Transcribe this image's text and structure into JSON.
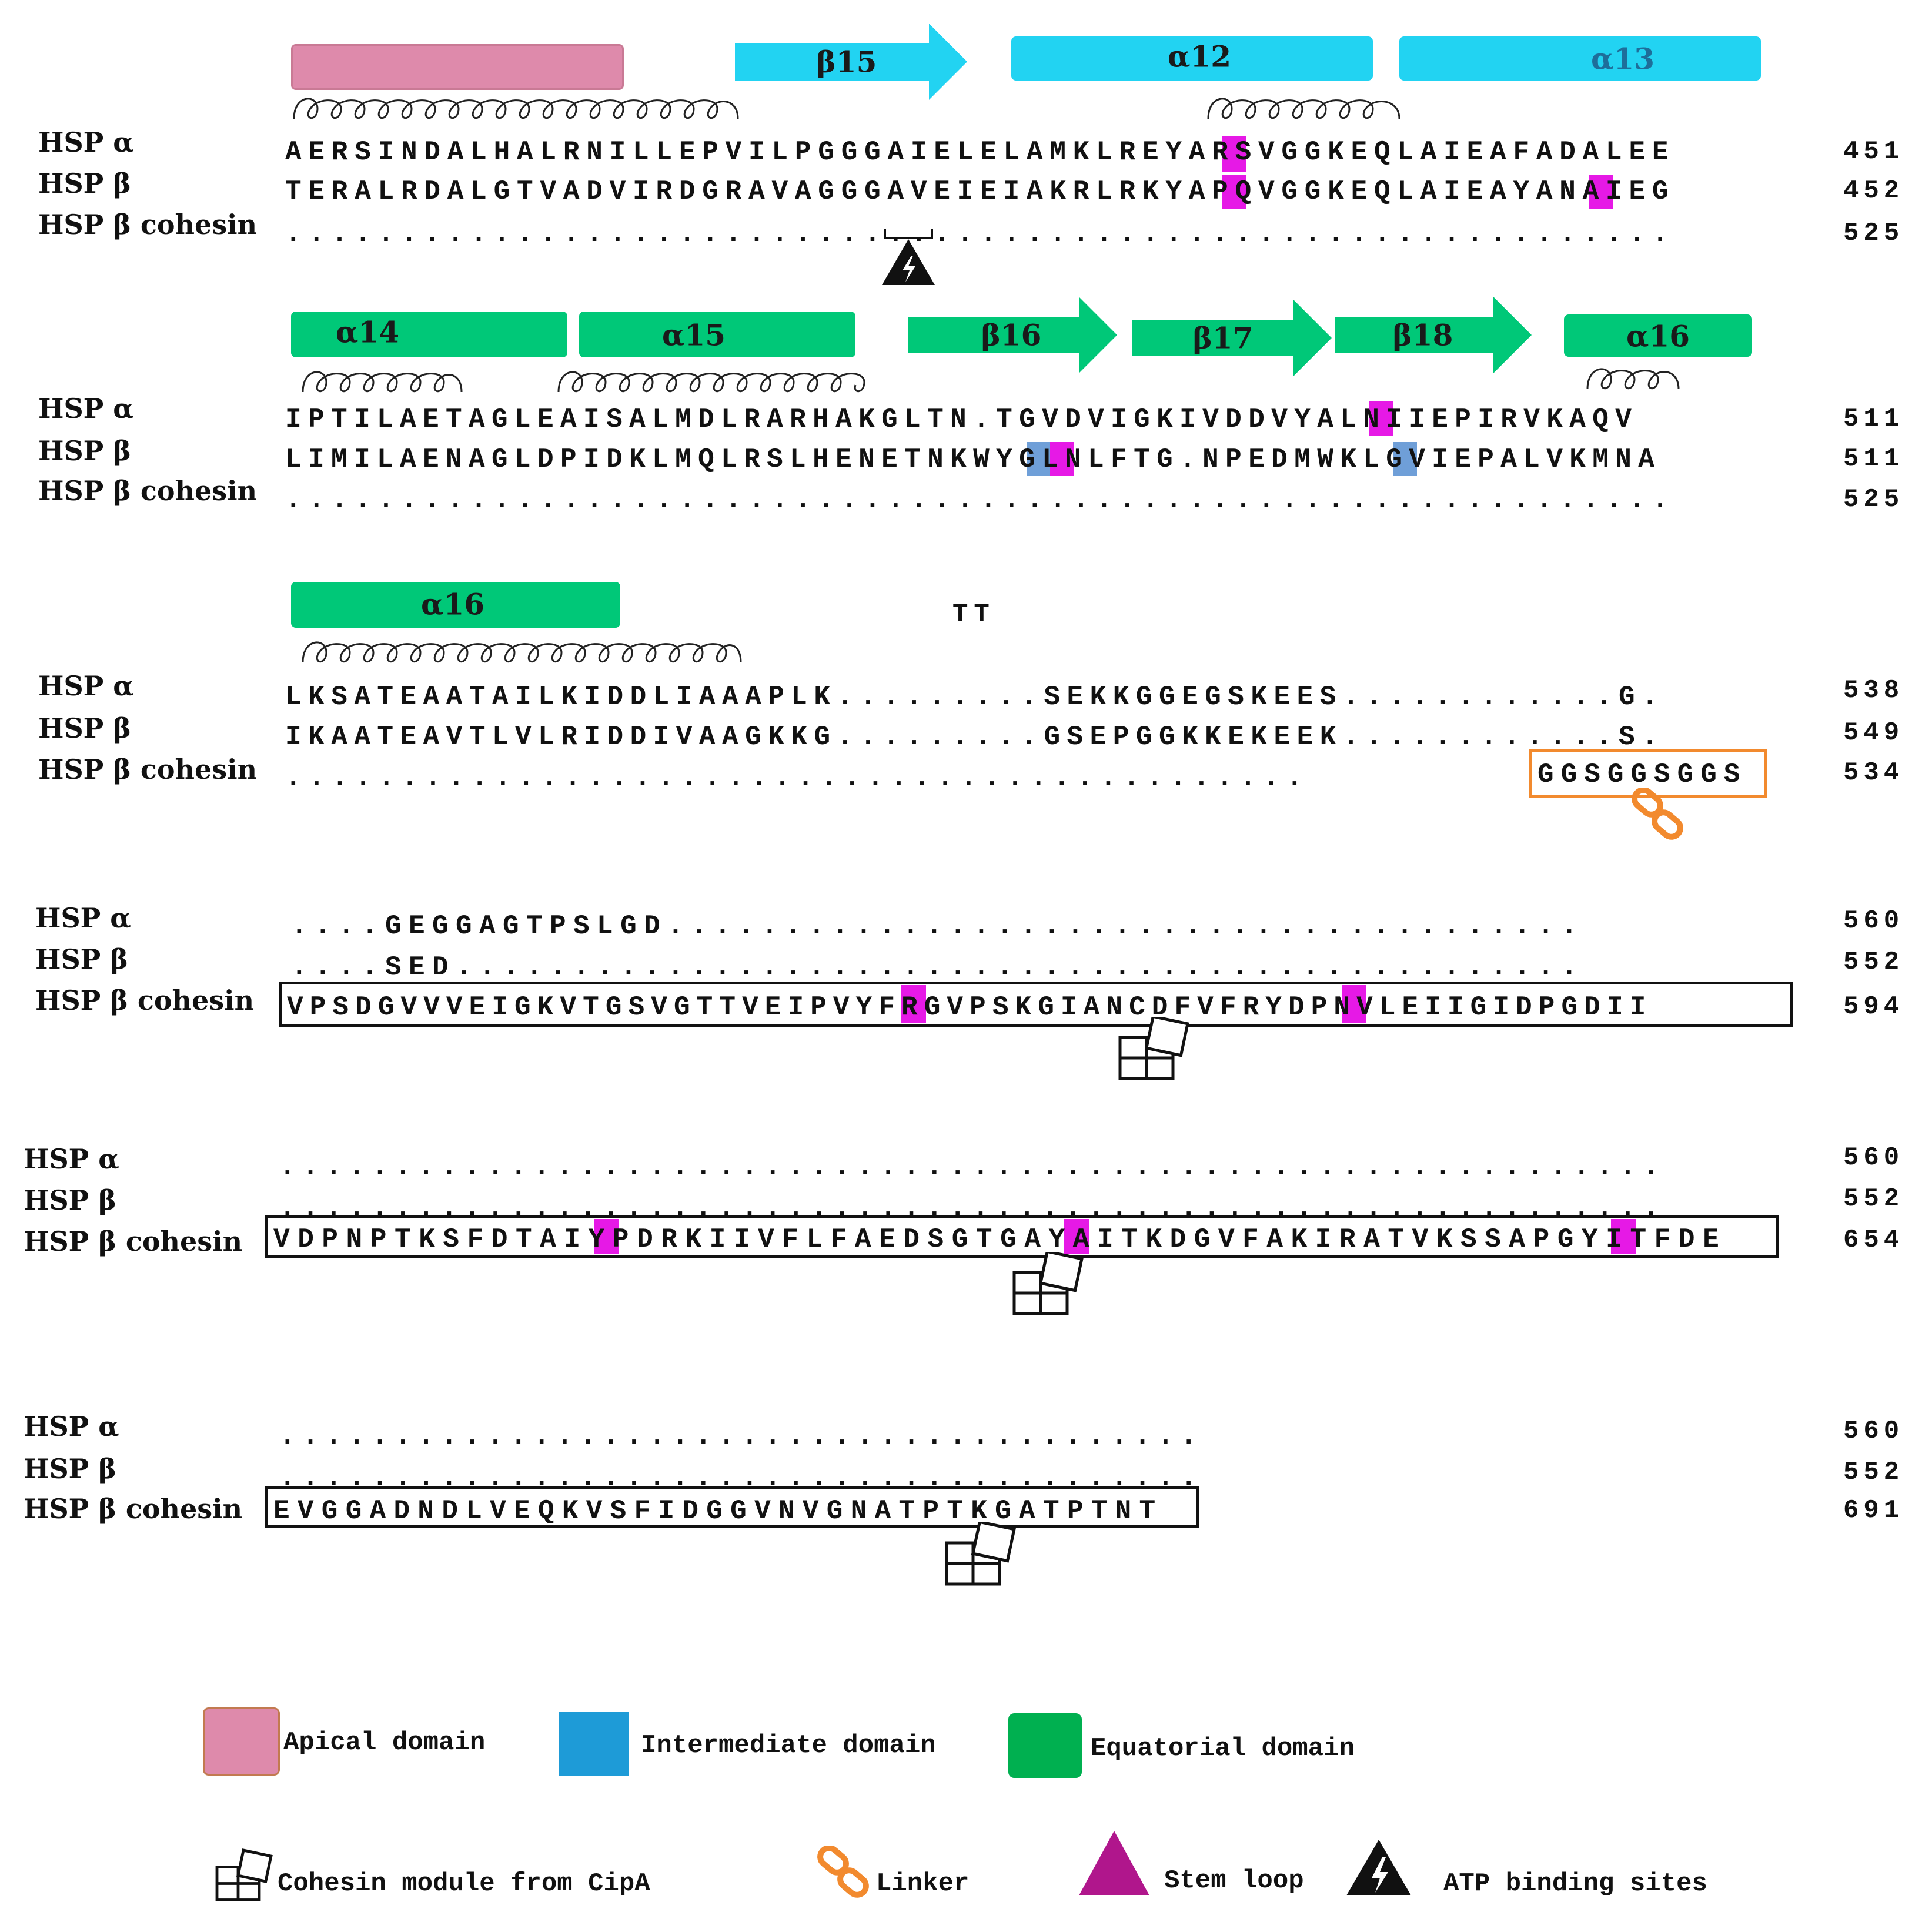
{
  "colors": {
    "apical": "#de8aab",
    "intermediate_bar": "#22d3f2",
    "intermediate_legend": "#1e9bd7",
    "equatorial": "#00c878",
    "equatorial_legend": "#00b050",
    "tyrosine": "#e619e6",
    "tryptophan": "#6f9fd8",
    "linker": "#f28a2e",
    "stem_loop": "#b0168c"
  },
  "labels": {
    "alpha": "HSP α",
    "beta": "HSP β",
    "cohesin": "HSP β cohesin"
  },
  "blocks": [
    {
      "bars": [
        "β15",
        "α12",
        "α13"
      ],
      "rows": [
        {
          "seq": "AERSINDALHALRNILLEPVILPGGGAIELELAMKLREYARSVGGKEQLAIEAFADALEE",
          "num": "451"
        },
        {
          "seq": "TERALRDALGTVADVIRDGRAVAGGGAVEIEIAKRLRKYAPQVGGKEQLAIEAYANAIEG",
          "num": "452"
        },
        {
          "seq": "............................................................",
          "num": "525"
        }
      ]
    },
    {
      "bars": [
        "α14",
        "α15",
        "β16",
        "β17",
        "β18",
        "α16"
      ],
      "rows": [
        {
          "seq": "IPTILAETAGLEAISALMDLRARHAKGLTN.TGVDVIGKIVDDVYALNIIEPIRVKAQV",
          "num": "511"
        },
        {
          "seq": "LIMILAENAGLDPIDKLMQLRSLHENETNKWYGLNLFTG.NPEDMWKLGVIEPALVKMNA",
          "num": "511"
        },
        {
          "seq": "............................................................",
          "num": "525"
        }
      ]
    },
    {
      "bars": [
        "α16"
      ],
      "tt": "TT",
      "rows": [
        {
          "seq": "LKSATEAATAILKIDDLIAAAPLK.........SEKKGGEGSKEES............G.",
          "num": "538"
        },
        {
          "seq": "IKAATEAVTLVLRIDDIVAAGKKG.........GSEPGGKKEKEEK............S.",
          "num": "549"
        },
        {
          "seq": "............................................",
          "linker": "GGSGGSGGS",
          "num": "534"
        }
      ]
    },
    {
      "rows": [
        {
          "seq": "....GEGGAGTPSLGD.......................................",
          "num": "560"
        },
        {
          "seq": "....SED................................................",
          "num": "552"
        },
        {
          "seq": "VPSDGVVVEIGKVTGSVGTTVEIPVYFRGVPSKGIANCDFVFRYDPNVLEIIGIDPGDII",
          "num": "594"
        }
      ]
    },
    {
      "rows": [
        {
          "seq": "............................................................",
          "num": "560"
        },
        {
          "seq": "............................................................",
          "num": "552"
        },
        {
          "seq": "VDPNPTKSFDTAIYPDRKIIVFLFAEDSGTGAYAITKDGVFAKIRATVKSSAPGYITFDE",
          "num": "654"
        }
      ]
    },
    {
      "rows": [
        {
          "seq": "........................................",
          "num": "560"
        },
        {
          "seq": "........................................",
          "num": "552"
        },
        {
          "seq": "EVGGADNDLVEQKVSFIDGGVNVGNATPTKGATPTNT",
          "num": "691"
        }
      ]
    }
  ],
  "legend": {
    "apical": "Apical domain",
    "intermediate": "Intermediate domain",
    "equatorial": "Equatorial domain",
    "cohesin": "Cohesin module from CipA",
    "linker": "Linker",
    "stem_loop": "Stem loop",
    "atp": "ATP binding sites"
  },
  "icons": [
    "helix-coil-icon",
    "atp-warning-icon",
    "linker-chain-icon",
    "cohesin-puzzle-icon",
    "stem-loop-triangle-icon"
  ]
}
